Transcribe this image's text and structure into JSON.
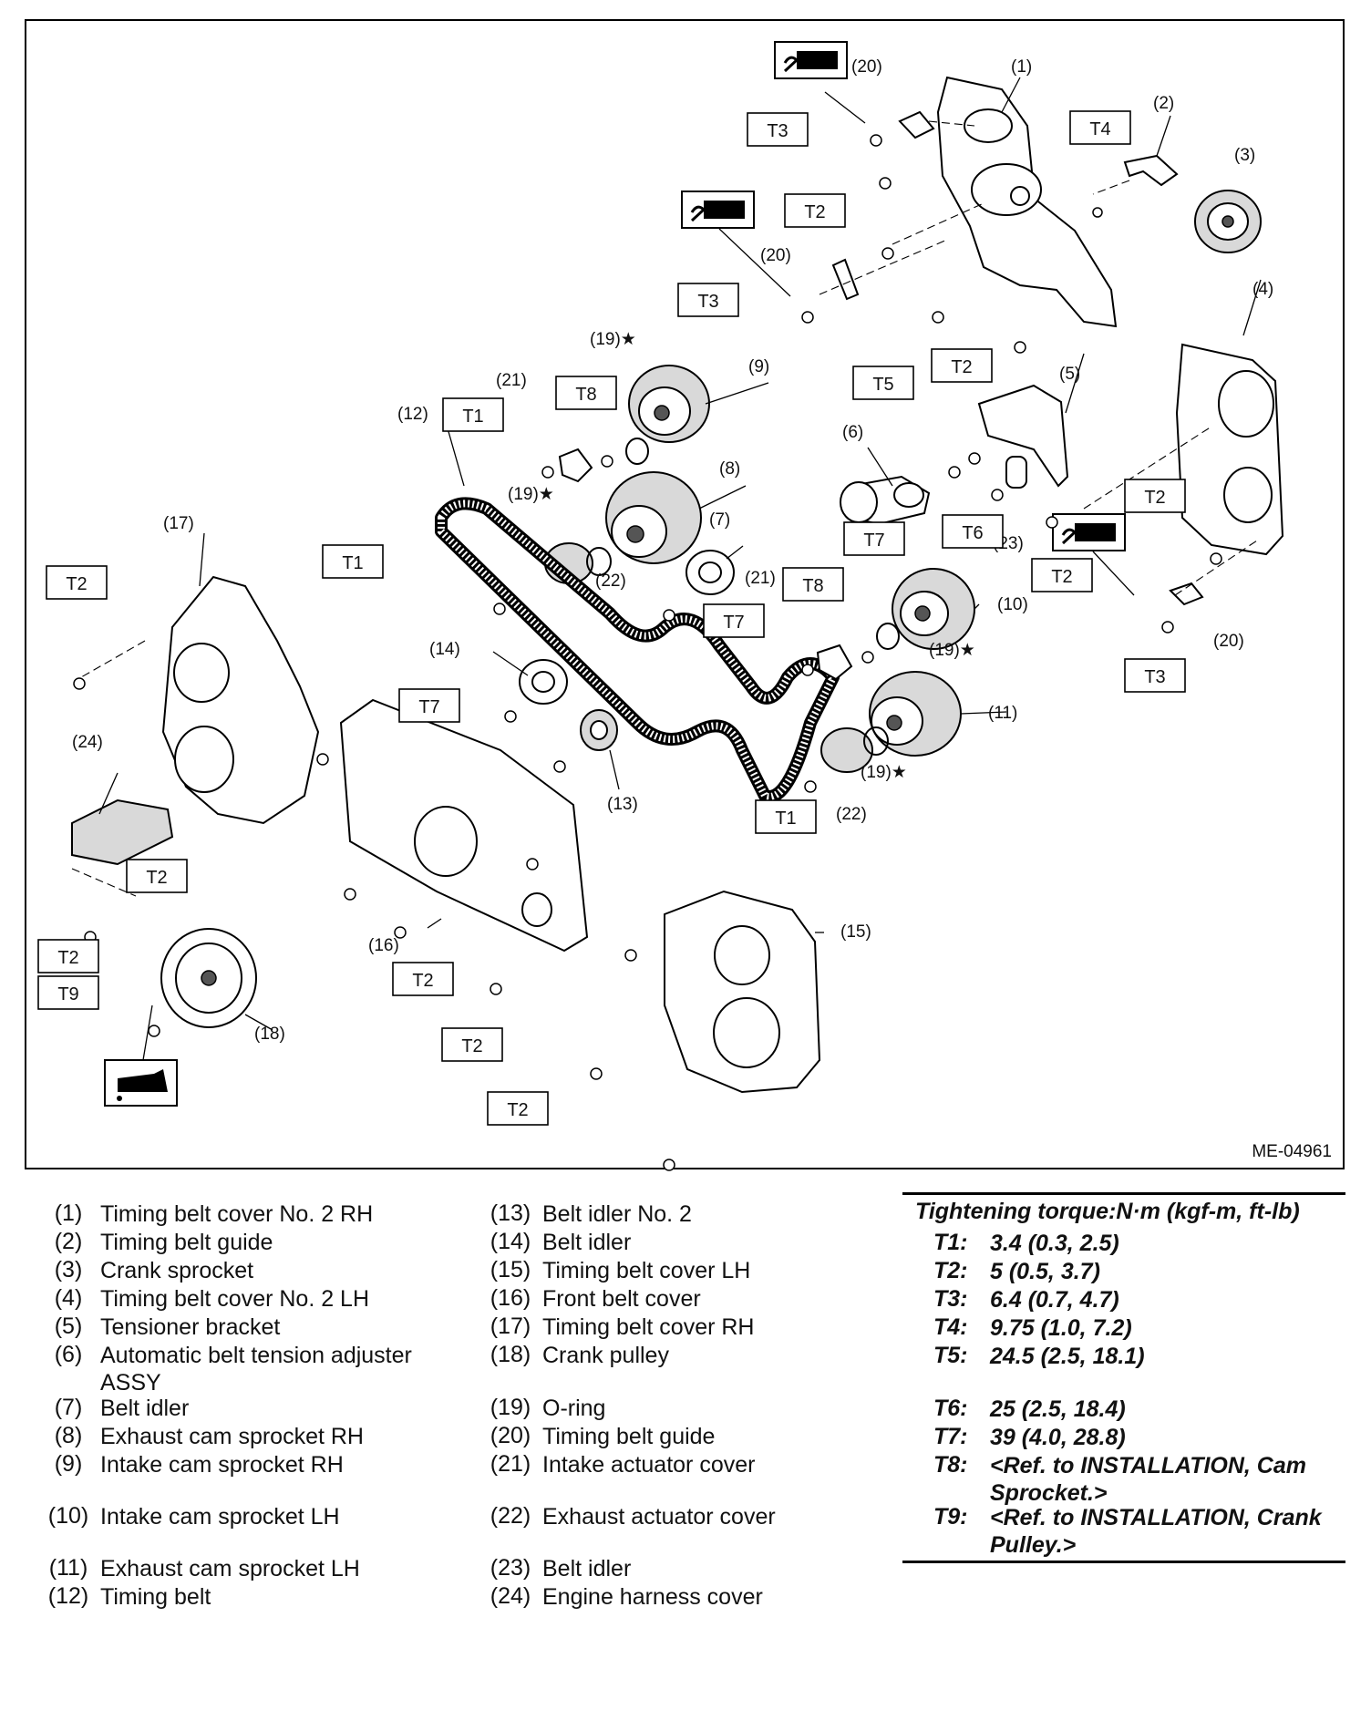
{
  "figure": {
    "figure_id": "ME-04961",
    "callouts": {
      "c1": "(1)",
      "c2": "(2)",
      "c3": "(3)",
      "c4": "(4)",
      "c5": "(5)",
      "c6": "(6)",
      "c7": "(7)",
      "c8": "(8)",
      "c9": "(9)",
      "c10": "(10)",
      "c11": "(11)",
      "c12": "(12)",
      "c13": "(13)",
      "c14": "(14)",
      "c15": "(15)",
      "c16": "(16)",
      "c17": "(17)",
      "c18": "(18)",
      "c19a": "(19)★",
      "c19b": "(19)★",
      "c19c": "(19)★",
      "c19d": "(19)★",
      "c20a": "(20)",
      "c20b": "(20)",
      "c20c": "(20)",
      "c21a": "(21)",
      "c21b": "(21)",
      "c22a": "(22)",
      "c22b": "(22)",
      "c23": "(23)",
      "c24": "(24)"
    },
    "torque_boxes": {
      "b_t3a": "T3",
      "b_t2a": "T2",
      "b_t3b": "T3",
      "b_t4": "T4",
      "b_t2b": "T2",
      "b_t5": "T5",
      "b_t8a": "T8",
      "b_t1a": "T1",
      "b_t1b": "T1",
      "b_t6": "T6",
      "b_t7a": "T7",
      "b_t2c": "T2",
      "b_t2d": "T2",
      "b_t3c": "T3",
      "b_t7b": "T7",
      "b_t8b": "T8",
      "b_t7c": "T7",
      "b_t1c": "T1",
      "b_t2e": "T2",
      "b_t2f": "T2",
      "b_t2g": "T2",
      "b_t9": "T9",
      "b_t2h": "T2",
      "b_t2i": "T2",
      "b_t2j": "T2"
    }
  },
  "legend": [
    {
      "num": "(1)",
      "text": "Timing belt cover No. 2 RH"
    },
    {
      "num": "(2)",
      "text": "Timing belt guide"
    },
    {
      "num": "(3)",
      "text": "Crank sprocket"
    },
    {
      "num": "(4)",
      "text": "Timing belt cover No. 2 LH"
    },
    {
      "num": "(5)",
      "text": "Tensioner bracket"
    },
    {
      "num": "(6)",
      "text": "Automatic belt tension adjuster ASSY"
    },
    {
      "num": "(7)",
      "text": "Belt idler"
    },
    {
      "num": "(8)",
      "text": "Exhaust cam sprocket RH"
    },
    {
      "num": "(9)",
      "text": "Intake cam sprocket RH"
    },
    {
      "num": "(10)",
      "text": "Intake cam sprocket LH"
    },
    {
      "num": "(11)",
      "text": "Exhaust cam sprocket LH"
    },
    {
      "num": "(12)",
      "text": "Timing belt"
    },
    {
      "num": "(13)",
      "text": "Belt idler No. 2"
    },
    {
      "num": "(14)",
      "text": "Belt idler"
    },
    {
      "num": "(15)",
      "text": "Timing belt cover LH"
    },
    {
      "num": "(16)",
      "text": "Front belt cover"
    },
    {
      "num": "(17)",
      "text": "Timing belt cover RH"
    },
    {
      "num": "(18)",
      "text": "Crank pulley"
    },
    {
      "num": "(19)",
      "text": "O-ring"
    },
    {
      "num": "(20)",
      "text": "Timing belt guide"
    },
    {
      "num": "(21)",
      "text": "Intake actuator cover"
    },
    {
      "num": "(22)",
      "text": "Exhaust actuator cover"
    },
    {
      "num": "(23)",
      "text": "Belt idler"
    },
    {
      "num": "(24)",
      "text": "Engine harness cover"
    }
  ],
  "torque": {
    "header": "Tightening torque:N·m (kgf-m, ft-lb)",
    "items": [
      {
        "key": "T1:",
        "value": "3.4 (0.3, 2.5)"
      },
      {
        "key": "T2:",
        "value": "5 (0.5, 3.7)"
      },
      {
        "key": "T3:",
        "value": "6.4 (0.7, 4.7)"
      },
      {
        "key": "T4:",
        "value": "9.75 (1.0, 7.2)"
      },
      {
        "key": "T5:",
        "value": "24.5 (2.5, 18.1)"
      },
      {
        "key": "T6:",
        "value": "25 (2.5, 18.4)"
      },
      {
        "key": "T7:",
        "value": "39 (4.0, 28.8)"
      },
      {
        "key": "T8:",
        "value": "<Ref. to INSTALLATION, Cam Sprocket.>"
      },
      {
        "key": "T9:",
        "value": "<Ref. to INSTALLATION, Crank Pulley.>"
      }
    ]
  }
}
